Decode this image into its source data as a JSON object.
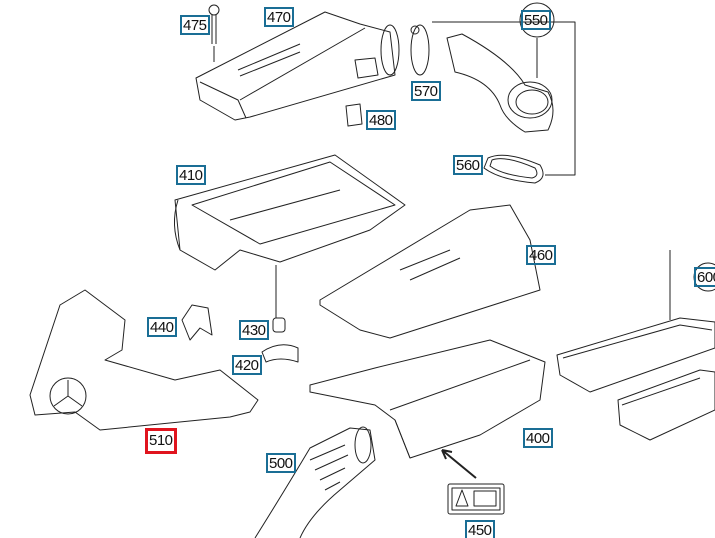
{
  "diagram": {
    "selected_part": "510",
    "colors": {
      "label_border": "#1a6e95",
      "selected_border": "#e0141e"
    },
    "parts": [
      {
        "id": "p475",
        "number": "475"
      },
      {
        "id": "p470",
        "number": "470"
      },
      {
        "id": "p550",
        "number": "550"
      },
      {
        "id": "p570",
        "number": "570"
      },
      {
        "id": "p480",
        "number": "480"
      },
      {
        "id": "p560",
        "number": "560"
      },
      {
        "id": "p410",
        "number": "410"
      },
      {
        "id": "p460",
        "number": "460"
      },
      {
        "id": "p600",
        "number": "600"
      },
      {
        "id": "p440",
        "number": "440"
      },
      {
        "id": "p430",
        "number": "430"
      },
      {
        "id": "p420",
        "number": "420"
      },
      {
        "id": "p510",
        "number": "510"
      },
      {
        "id": "p500",
        "number": "500"
      },
      {
        "id": "p400",
        "number": "400"
      },
      {
        "id": "p450",
        "number": "450"
      }
    ]
  }
}
